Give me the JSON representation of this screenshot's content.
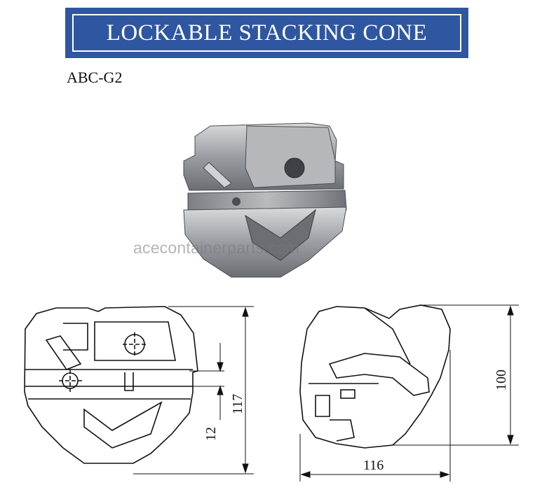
{
  "header": {
    "title": "LOCKABLE STACKING CONE"
  },
  "model": "ABC-G2",
  "watermark": "acecontainerparts.com",
  "dimensions": {
    "height": "117",
    "pin_offset": "12",
    "side_height": "100",
    "width": "116"
  },
  "colors": {
    "banner": "#2f56a0",
    "part_gray": "#8a8d93"
  }
}
